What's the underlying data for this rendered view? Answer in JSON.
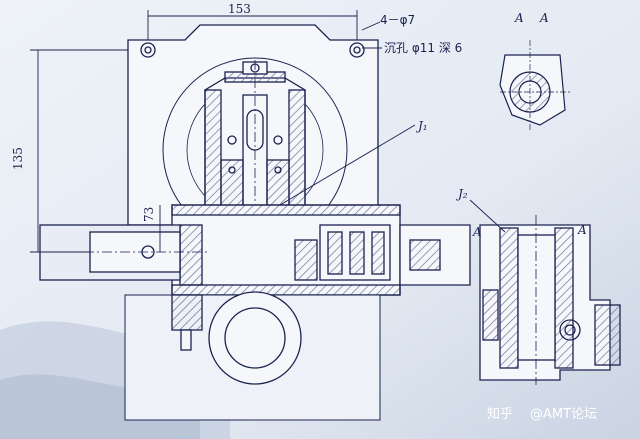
{
  "drawing": {
    "dim_width": "153",
    "dim_height": "135",
    "dim_offset": "73",
    "hole_note": "4－φ7",
    "counterbore_note": "沉孔 φ11 深 6",
    "section_left": "A",
    "section_right": "A",
    "label_j1": "J₁",
    "label_j2": "J₂",
    "label_a_left": "A",
    "label_a_right": "A"
  },
  "watermark": {
    "platform": "知乎",
    "author": "@AMT论坛"
  },
  "colors": {
    "ink": "#1b2250",
    "paper": "#f5f7fb",
    "hatch": "#6c7596",
    "background": "#dfe6f0"
  }
}
